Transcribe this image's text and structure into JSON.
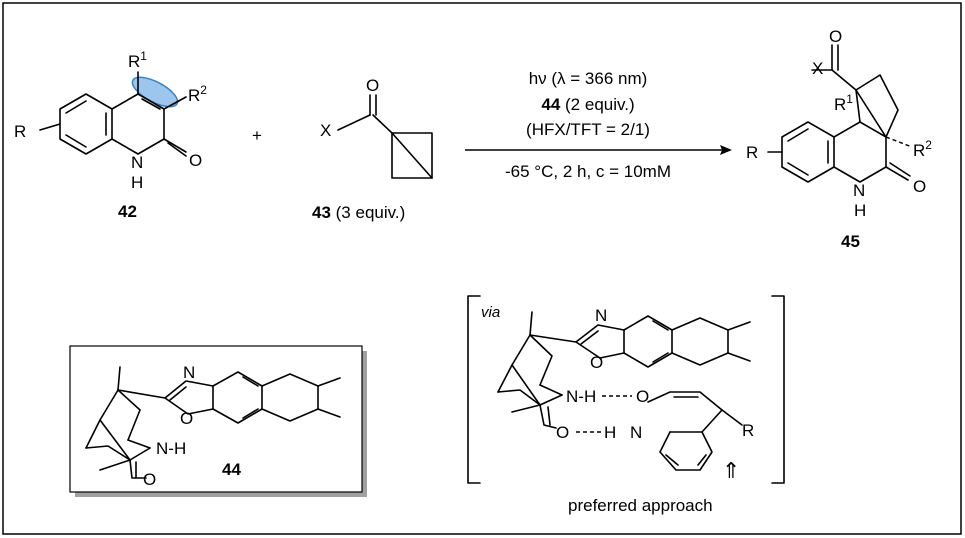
{
  "compound_42": "42",
  "compound_43": "43",
  "compound_43_equiv": " (3 equiv.)",
  "compound_45": "45",
  "plus": "+",
  "conditions": {
    "light": "hν (λ = 366 nm)",
    "catalyst_num": "44",
    "catalyst_equiv": " (2 equiv.)",
    "solvent": "(HFX/TFT = 2/1)",
    "temp_time_conc": "-65 °C, 2 h, c = 10mM"
  },
  "atoms": {
    "R": "R",
    "R1": "R",
    "R1_sup": "1",
    "R2": "R",
    "R2_sup": "2",
    "N": "N",
    "H": "H",
    "O": "O",
    "X": "X",
    "NH": "N-H"
  },
  "catalyst_box_label": "44",
  "via_label": "via",
  "preferred_approach": "preferred approach",
  "arrow_up": "⇑",
  "colors": {
    "highlight_fill": "#9dc6ef",
    "highlight_stroke": "#3b82c4",
    "border": "#000000",
    "shadow": "#a0a0a0"
  }
}
